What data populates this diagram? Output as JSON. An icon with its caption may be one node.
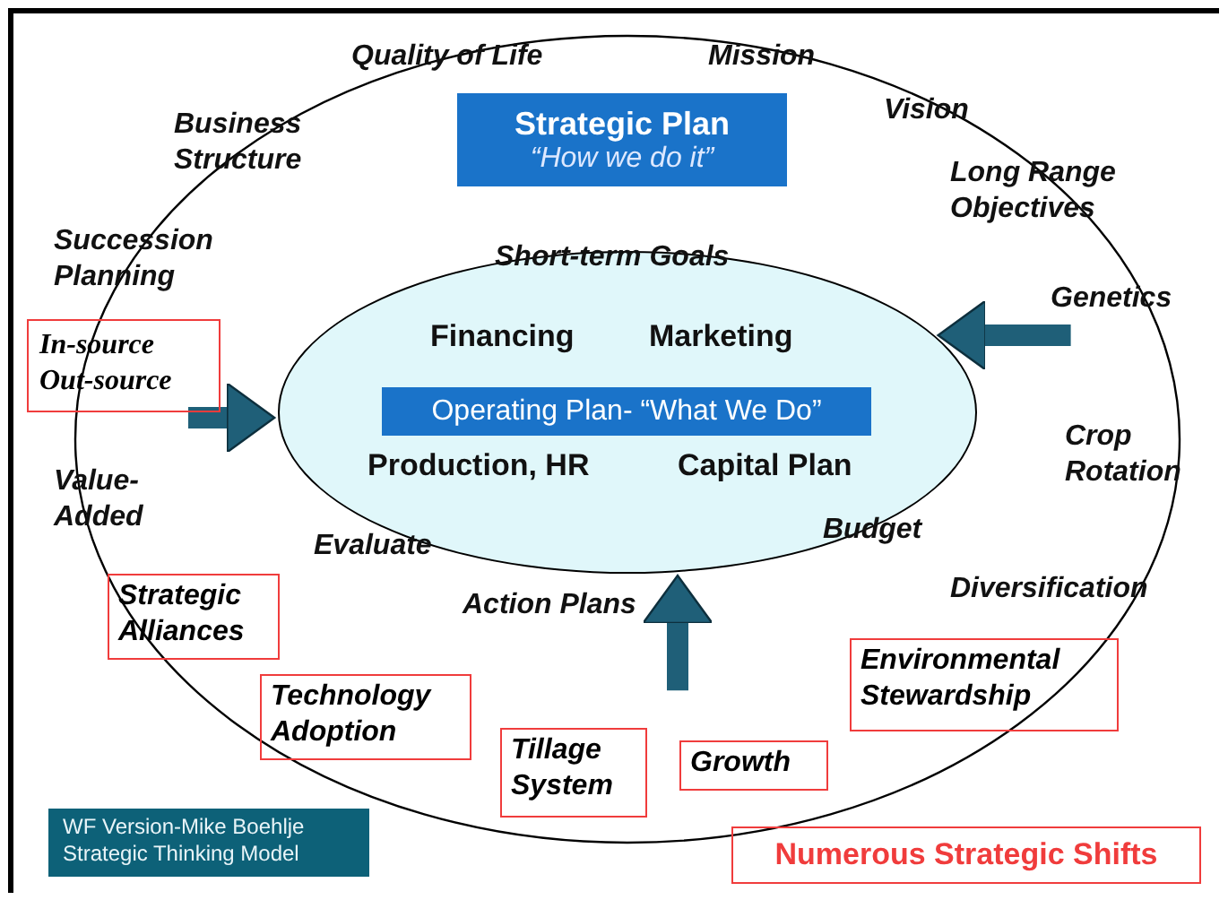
{
  "diagram": {
    "nodes": [
      {
        "text": [
          "Strategic Plan",
          "“How we do it”"
        ]
      },
      {
        "text": [],
        "shape": "ellipse"
      },
      {
        "text": [
          "Operating Plan- “What We Do”"
        ],
        "in": 1
      },
      {
        "text": [
          "In-source Out-source"
        ]
      },
      {
        "text": [
          "Strategic Alliances"
        ]
      },
      {
        "text": [
          "Technology Adoption"
        ]
      },
      {
        "text": [
          "Tillage System"
        ]
      },
      {
        "text": [
          "Growth"
        ]
      },
      {
        "text": [
          "Environmental Stewardship"
        ]
      },
      {
        "text": [
          "WF Version-Mike Boehlje Strategic Thinking Model"
        ]
      },
      {
        "text": [
          "Numerous Strategic Shifts"
        ]
      }
    ],
    "edges": [
      {
        "from": 3,
        "to": 1,
        "arrow": "to"
      },
      {
        "from": null,
        "to": 1,
        "arrow": "to"
      },
      {
        "from": null,
        "to": 1,
        "arrow": "to"
      }
    ],
    "labels": [
      "Quality of Life",
      "Mission",
      "Vision",
      "Business Structure",
      "Long Range Objectives",
      "Succession Planning",
      "Short-term Goals",
      "Genetics",
      "Financing",
      "Marketing",
      "Crop Rotation",
      "Value-Added",
      "Production, HR",
      "Capital Plan",
      "Budget",
      "Evaluate",
      "Diversification",
      "Action Plans"
    ]
  }
}
